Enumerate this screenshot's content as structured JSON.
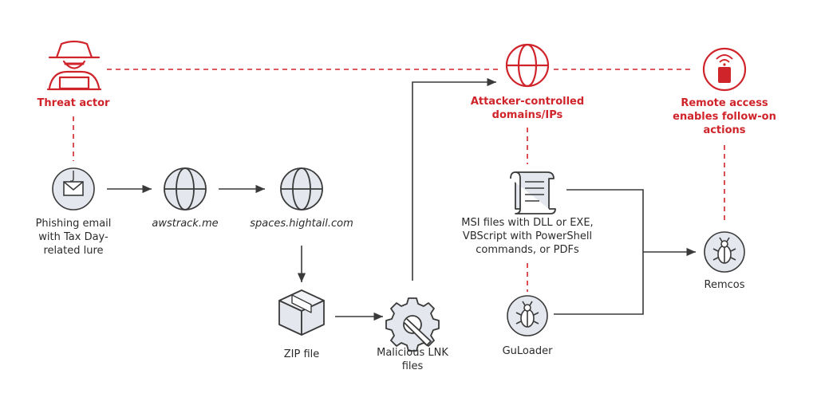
{
  "colors": {
    "accent_red": "#d0242b",
    "line_dark": "#3a3a3a",
    "icon_fill": "#e4e8ee"
  },
  "nodes": {
    "threat_actor": {
      "label": "Threat actor",
      "icon": "hacker-icon"
    },
    "phishing_email": {
      "label": "Phishing email\nwith Tax Day-\nrelated lure",
      "icon": "phishing-email-icon"
    },
    "awstrack": {
      "label": "awstrack.me",
      "icon": "globe-icon"
    },
    "hightail": {
      "label": "spaces.hightail.com",
      "icon": "globe-icon"
    },
    "zip_file": {
      "label": "ZIP file",
      "icon": "box-icon"
    },
    "lnk_files": {
      "label": "Malicious LNK\nfiles",
      "icon": "gear-wrench-icon"
    },
    "attacker_domains": {
      "label": "Attacker-controlled\ndomains/IPs",
      "icon": "red-globe-icon"
    },
    "msi_files": {
      "label": "MSI files with DLL or EXE,\nVBScript with PowerShell\ncommands, or PDFs",
      "icon": "script-scroll-icon"
    },
    "guloader": {
      "label": "GuLoader",
      "icon": "bug-icon"
    },
    "remote_access": {
      "label": "Remote access\nenables follow-on\nactions",
      "icon": "remote-device-icon"
    },
    "remcos": {
      "label": "Remcos",
      "icon": "bug-icon"
    }
  }
}
